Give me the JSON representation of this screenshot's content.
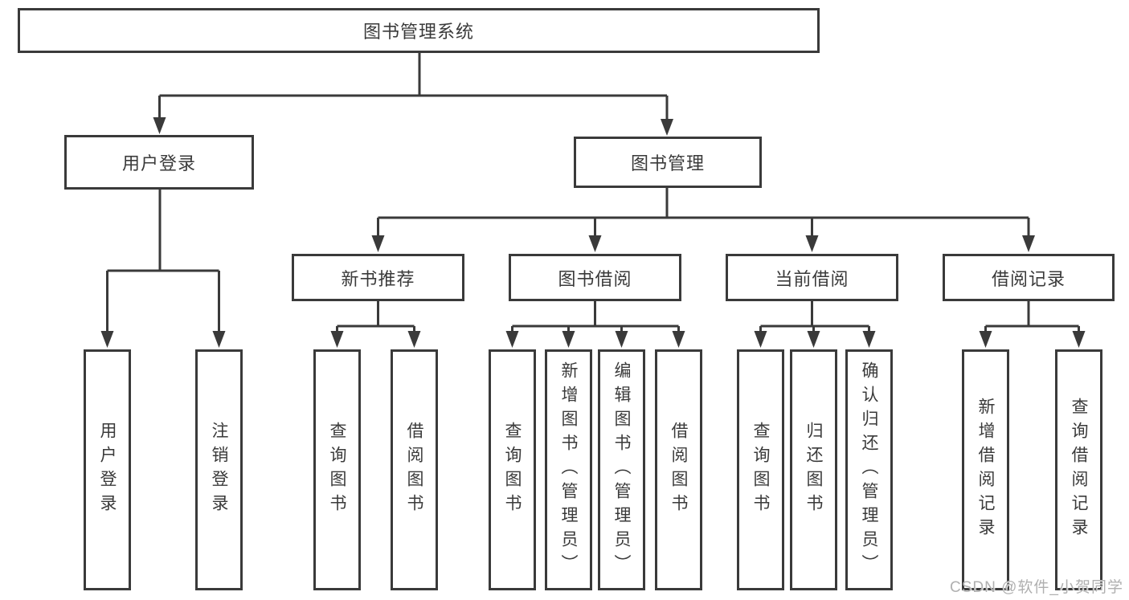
{
  "diagram": {
    "root_label": "图书管理系统",
    "branches": {
      "user": {
        "label": "用户登录",
        "leaves": [
          {
            "label": "用户登录"
          },
          {
            "label": "注销登录"
          }
        ]
      },
      "mgmt": {
        "label": "图书管理",
        "groups": [
          {
            "label": "新书推荐",
            "leaves": [
              {
                "label": "查询图书"
              },
              {
                "label": "借阅图书"
              }
            ]
          },
          {
            "label": "图书借阅",
            "leaves": [
              {
                "label": "查询图书"
              },
              {
                "label": "新增图书（管理员）"
              },
              {
                "label": "编辑图书（管理员）"
              },
              {
                "label": "借阅图书"
              }
            ]
          },
          {
            "label": "当前借阅",
            "leaves": [
              {
                "label": "查询图书"
              },
              {
                "label": "归还图书"
              },
              {
                "label": "确认归还（管理员）"
              }
            ]
          },
          {
            "label": "借阅记录",
            "leaves": [
              {
                "label": "新增借阅记录"
              },
              {
                "label": "查询借阅记录"
              }
            ]
          }
        ]
      }
    }
  },
  "watermark": "CSDN @软件_小贺同学",
  "colors": {
    "line": "#3a3a3a",
    "text": "#3a3a3a",
    "watermark": "#b0b0b0",
    "background": "#ffffff"
  }
}
